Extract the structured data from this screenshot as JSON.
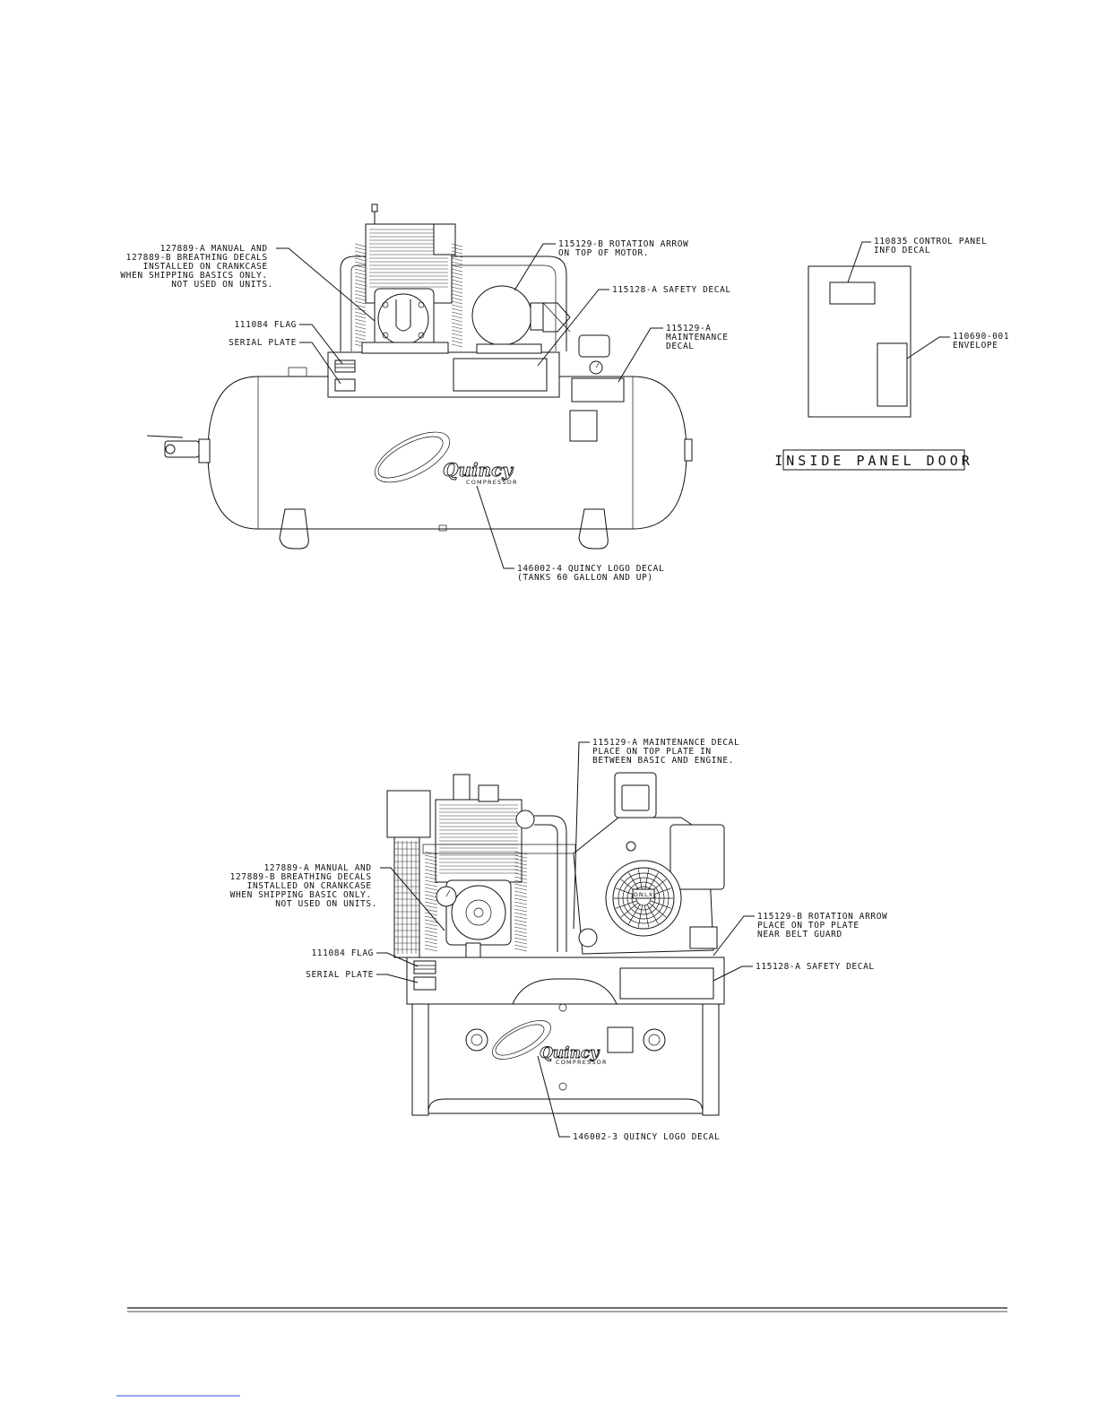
{
  "top_unit": {
    "labels": {
      "crankcase": [
        "127889-A MANUAL AND",
        "127889-B BREATHING DECALS",
        "INSTALLED ON CRANKCASE",
        "WHEN SHIPPING BASICS ONLY.",
        "NOT USED ON UNITS."
      ],
      "flag": "111084 FLAG",
      "serial": "SERIAL PLATE",
      "rotation": [
        "115129-B ROTATION ARROW",
        "ON TOP OF MOTOR."
      ],
      "safety": "115128-A SAFETY DECAL",
      "maintenance": [
        "115129-A",
        "MAINTENANCE",
        "DECAL"
      ],
      "logo_decal": [
        "146002-4 QUINCY LOGO DECAL",
        "(TANKS 60 GALLON AND UP)"
      ]
    },
    "logo": {
      "name": "Quincy",
      "sub": "COMPRESSOR"
    }
  },
  "panel": {
    "control_info": [
      "110835 CONTROL PANEL",
      "INFO DECAL"
    ],
    "envelope": [
      "110690-001",
      "ENVELOPE"
    ],
    "caption": "INSIDE PANEL DOOR"
  },
  "bottom_unit": {
    "labels": {
      "maintenance": [
        "115129-A MAINTENANCE DECAL",
        "PLACE ON TOP PLATE IN",
        "BETWEEN BASIC AND ENGINE."
      ],
      "crankcase": [
        "127889-A MANUAL AND",
        "127889-B BREATHING DECALS",
        "INSTALLED ON CRANKCASE",
        "WHEN SHIPPING BASIC ONLY.",
        "NOT USED ON UNITS."
      ],
      "flag": "111084 FLAG",
      "serial": "SERIAL PLATE",
      "rotation": [
        "115129-B ROTATION ARROW",
        "PLACE ON TOP PLATE",
        "NEAR BELT GUARD"
      ],
      "safety": "115128-A SAFETY DECAL",
      "logo_decal": "146002-3 QUINCY LOGO DECAL"
    },
    "logo": {
      "name": "Quincy",
      "sub": "COMPRESSOR"
    },
    "engine_badge": "ONLX"
  }
}
